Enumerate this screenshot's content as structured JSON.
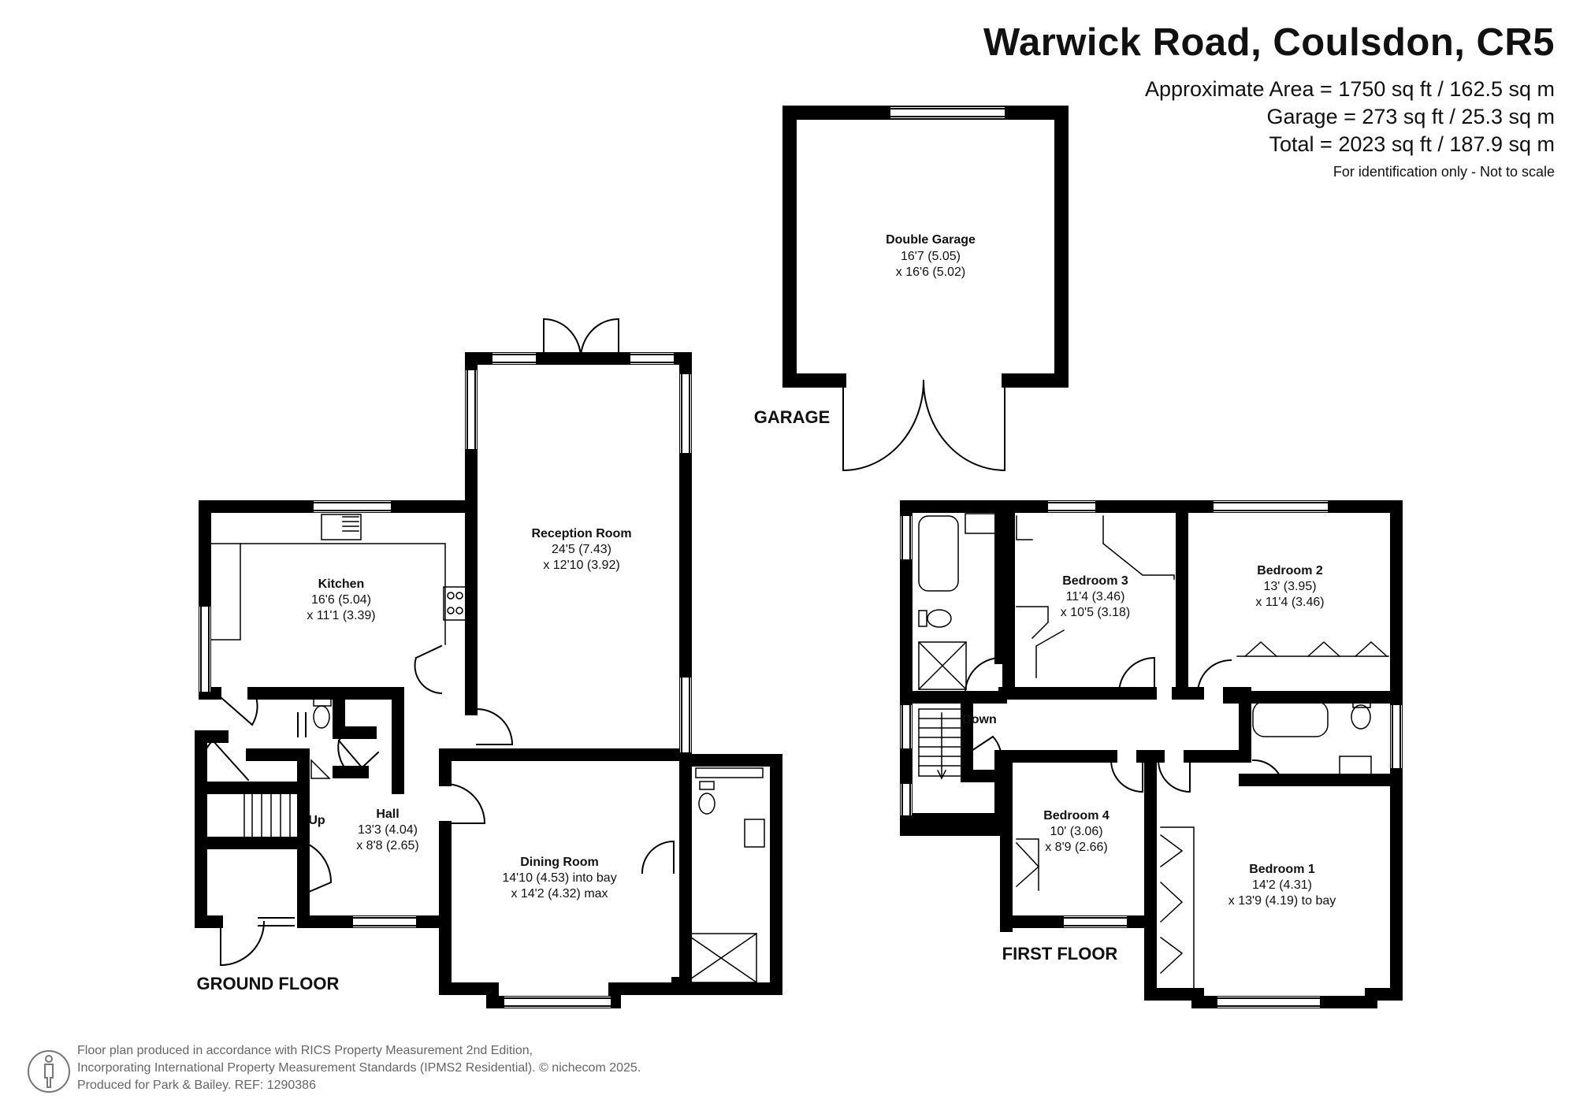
{
  "header": {
    "title": "Warwick Road, Coulsdon, CR5",
    "area_approx": "Approximate Area = 1750 sq ft / 162.5 sq m",
    "area_garage": "Garage = 273 sq ft / 25.3 sq m",
    "area_total": "Total = 2023 sq ft / 187.9 sq m",
    "note": "For identification only - Not to scale"
  },
  "garage": {
    "label": "GARAGE",
    "room": {
      "name": "Double Garage",
      "dim1": "16'7 (5.05)",
      "dim2": "x 16'6 (5.02)"
    }
  },
  "ground_floor": {
    "label": "GROUND FLOOR",
    "kitchen": {
      "name": "Kitchen",
      "dim1": "16'6 (5.04)",
      "dim2": "x 11'1 (3.39)"
    },
    "reception": {
      "name": "Reception Room",
      "dim1": "24'5 (7.43)",
      "dim2": "x 12'10 (3.92)"
    },
    "hall": {
      "name": "Hall",
      "dim1": "13'3 (4.04)",
      "dim2": "x 8'8 (2.65)"
    },
    "dining": {
      "name": "Dining Room",
      "dim1": "14'10 (4.53) into bay",
      "dim2": "x 14'2 (4.32) max"
    },
    "stairs_label": "Up"
  },
  "first_floor": {
    "label": "FIRST FLOOR",
    "bedroom3": {
      "name": "Bedroom 3",
      "dim1": "11'4 (3.46)",
      "dim2": "x 10'5 (3.18)"
    },
    "bedroom2": {
      "name": "Bedroom 2",
      "dim1": "13' (3.95)",
      "dim2": "x 11'4 (3.46)"
    },
    "bedroom4": {
      "name": "Bedroom 4",
      "dim1": "10' (3.06)",
      "dim2": "x 8'9 (2.66)"
    },
    "bedroom1": {
      "name": "Bedroom 1",
      "dim1": "14'2 (4.31)",
      "dim2": "x 13'9 (4.19) to bay"
    },
    "stairs_label": "Down"
  },
  "footer": {
    "line1": "Floor plan produced in accordance with RICS Property Measurement 2nd Edition,",
    "line2": "Incorporating International Property Measurement Standards (IPMS2 Residential).   © nichecom 2025.",
    "line3": "Produced for Park & Bailey.   REF:  1290386"
  },
  "colors": {
    "wall": "#000000",
    "text": "#111111",
    "footer": "#666666"
  }
}
